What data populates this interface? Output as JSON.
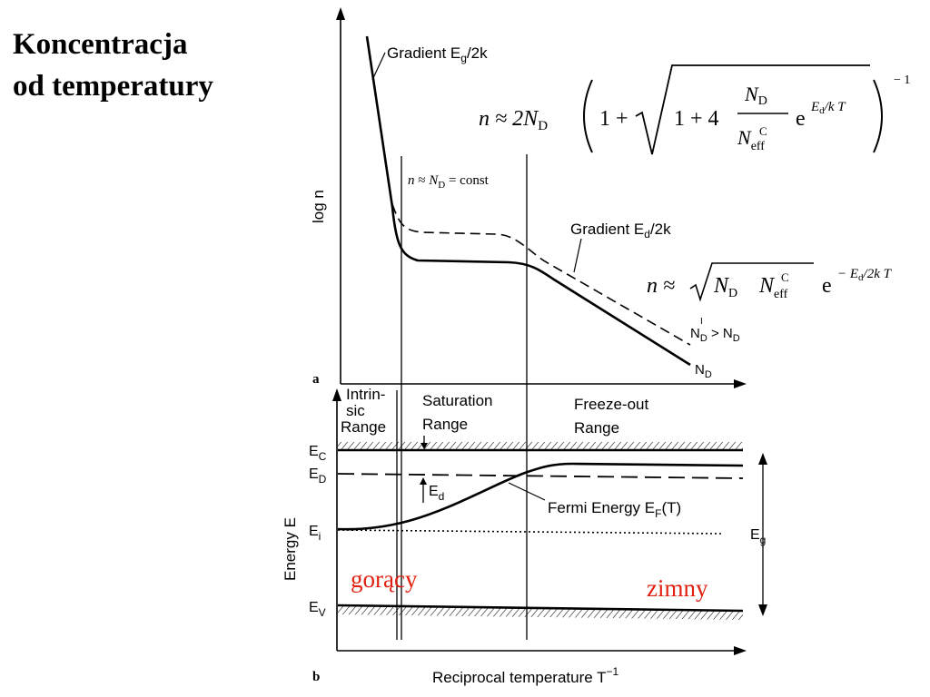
{
  "title": {
    "line1": "Koncentracja",
    "line2": "od temperatury"
  },
  "panel_a": {
    "panel_label": "a",
    "y_axis_label": "log n",
    "gradient_top": {
      "text": "Gradient E",
      "sub": "g",
      "tail": "/2k"
    },
    "gradient_mid": {
      "text": "Gradient E",
      "sub": "d",
      "tail": "/2k"
    },
    "const_label": {
      "n": "n",
      "approx": " ≈ ",
      "N": "N",
      "sub": "D",
      "tail": " = const"
    },
    "formula_top": {
      "lhs": "n ≈ 2N",
      "lhs_sub": "D",
      "one": "1 +",
      "inner": "1 + 4",
      "num": "N",
      "num_sub": "D",
      "den": "N",
      "den_sub": "eff",
      "den_sup": "C",
      "e": "e",
      "exp": "E",
      "exp_sub": "d",
      "exp_tail": "/k T",
      "power": "− 1"
    },
    "formula_low": {
      "lhs": "n ≈",
      "root_N": "N",
      "root_N_sub": "D",
      "root_N2": "N",
      "root_N2_sub": "eff",
      "root_N2_sup": "C",
      "e": "e",
      "exp": "− E",
      "exp_sub": "d",
      "exp_tail": "/2k T"
    },
    "curve_dashed_label": {
      "N": "N",
      "sub": "D",
      "sup": "I",
      "tail": " > N",
      "tail_sub": "D"
    },
    "curve_solid_label": {
      "N": "N",
      "sub": "D"
    }
  },
  "panel_b": {
    "panel_label": "b",
    "ranges": [
      {
        "lines": [
          "Intrin-",
          "sic",
          "Range"
        ]
      },
      {
        "lines": [
          "Saturation",
          "Range"
        ]
      },
      {
        "lines": [
          "Freeze-out",
          "Range"
        ]
      }
    ],
    "y_axis_label": "Energy E",
    "x_axis_label": {
      "text": "Reciprocal temperature T",
      "sup": "−1"
    },
    "levels": {
      "ec": {
        "main": "E",
        "sub": "C"
      },
      "ed": {
        "main": "E",
        "sub": "D"
      },
      "ei": {
        "main": "E",
        "sub": "i"
      },
      "ev": {
        "main": "E",
        "sub": "V"
      },
      "eg": {
        "main": "E",
        "sub": "g"
      },
      "ed_gap": {
        "main": "E",
        "sub": "d"
      }
    },
    "fermi_label": {
      "text": "Fermi Energy E",
      "sub": "F",
      "tail": "(T)"
    },
    "hot_label": "gorący",
    "cold_label": "zimny"
  },
  "colors": {
    "annotation_red": "#e02010",
    "ink": "#000000",
    "background": "#ffffff"
  }
}
